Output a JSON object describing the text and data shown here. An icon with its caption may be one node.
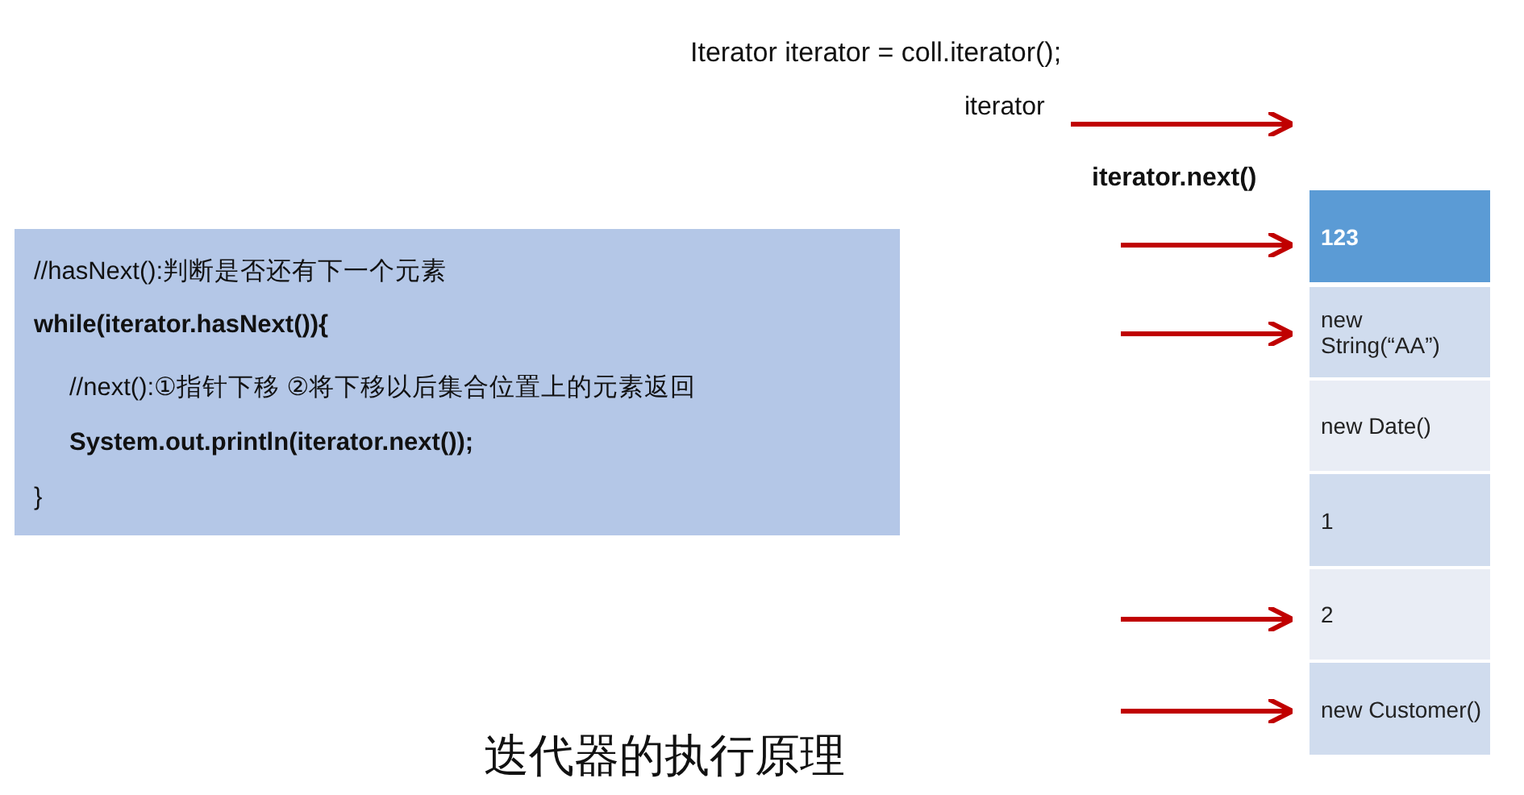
{
  "diagram": {
    "caption": "迭代器的执行原理",
    "nodes": [
      {
        "text": [
          "//hasNext():判断是否还有下一个元素",
          "while(iterator.hasNext()){",
          "//next():①指针下移 ②将下移以后集合位置上的元素返回",
          "System.out.println(iterator.next());",
          "}"
        ]
      },
      {
        "text": [
          "iterator"
        ]
      },
      {
        "text": [
          "123"
        ]
      },
      {
        "text": [
          "new String(“AA”)"
        ]
      },
      {
        "text": [
          "new Date()"
        ]
      },
      {
        "text": [
          "1"
        ]
      },
      {
        "text": [
          "2"
        ]
      },
      {
        "text": [
          "new Customer()"
        ]
      }
    ],
    "edges": [
      {
        "from": 1,
        "to": null,
        "arrow": "to"
      },
      {
        "from": null,
        "to": 2,
        "arrow": "to"
      },
      {
        "from": null,
        "to": 3,
        "arrow": "to"
      },
      {
        "from": null,
        "to": 6,
        "arrow": "to"
      },
      {
        "from": null,
        "to": 7,
        "arrow": "to"
      }
    ],
    "labels": [
      "Iterator iterator = coll.iterator();",
      "iterator.next()"
    ]
  }
}
